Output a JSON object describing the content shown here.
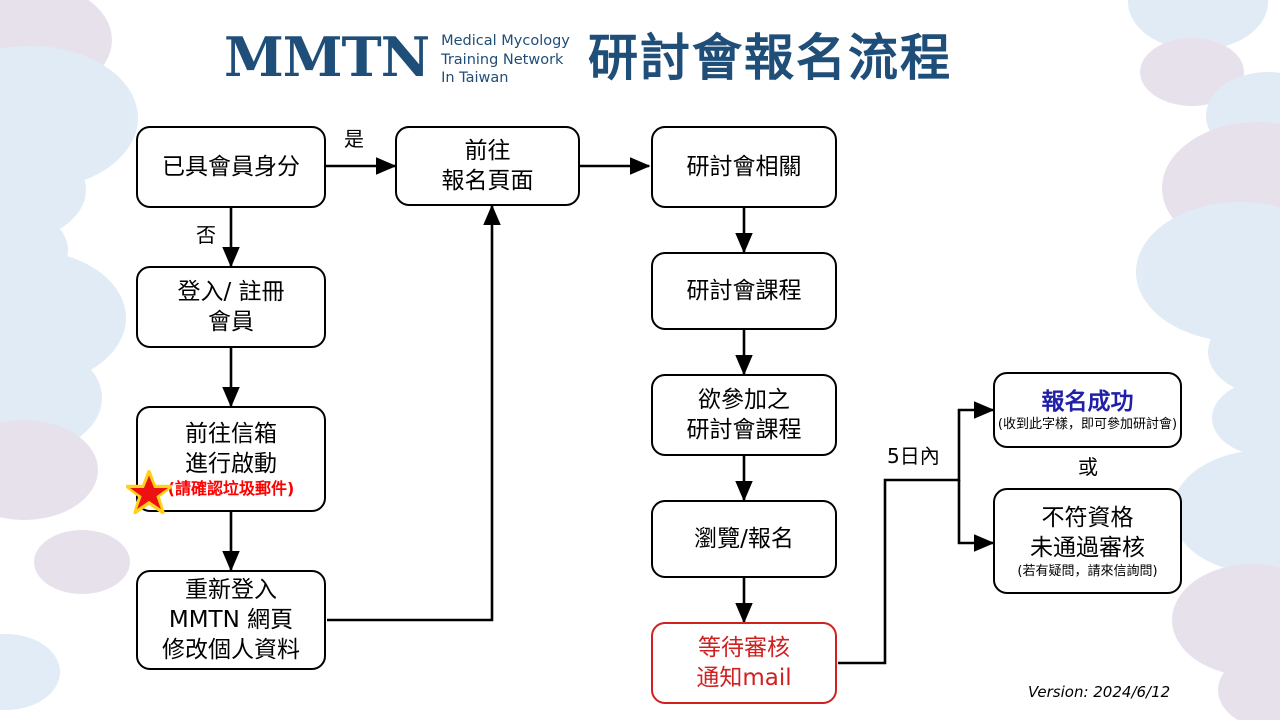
{
  "header": {
    "logo_mark": "MMTN",
    "logo_sub_lines": [
      "Medical Mycology",
      "Training Network",
      "In Taiwan"
    ],
    "title": "研討會報名流程",
    "brand_color": "#1F4E79"
  },
  "footer": {
    "version": "Version: 2024/6/12"
  },
  "colors": {
    "box_border": "#000000",
    "red": "#D02020",
    "red_note": "#FF0000",
    "success_text": "#1F1FA8",
    "brand": "#1F4E79",
    "deco_blue": "#CFE0F2",
    "deco_purple": "#D9CFE2"
  },
  "nodes": {
    "member_check": {
      "lines": [
        "已具會員身分"
      ]
    },
    "register_member": {
      "lines": [
        "登入/ 註冊",
        "會員"
      ]
    },
    "activate_mail": {
      "lines": [
        "前往信箱",
        "進行啟動"
      ],
      "note_red": "(請確認垃圾郵件)"
    },
    "relogin_profile": {
      "lines": [
        "重新登入",
        "MMTN 網頁",
        "修改個人資料"
      ]
    },
    "signup_page": {
      "lines": [
        "前往",
        "報名頁面"
      ]
    },
    "seminar_info": {
      "lines": [
        "研討會相關"
      ]
    },
    "seminar_courses": {
      "lines": [
        "研討會課程"
      ]
    },
    "desired_course": {
      "lines": [
        "欲參加之",
        "研討會課程"
      ]
    },
    "browse_signup": {
      "lines": [
        "瀏覽/報名"
      ]
    },
    "await_review": {
      "lines": [
        "等待審核",
        "通知mail"
      ]
    },
    "success": {
      "headline": "報名成功",
      "note": "(收到此字樣，即可參加研討會)"
    },
    "rejected": {
      "lines": [
        "不符資格",
        "未通過審核"
      ],
      "note": "(若有疑問，請來信詢問)"
    }
  },
  "edge_labels": {
    "yes": "是",
    "no": "否",
    "within_5_days": "5日內",
    "or": "或"
  },
  "icons": {
    "star": "red-star-icon"
  }
}
